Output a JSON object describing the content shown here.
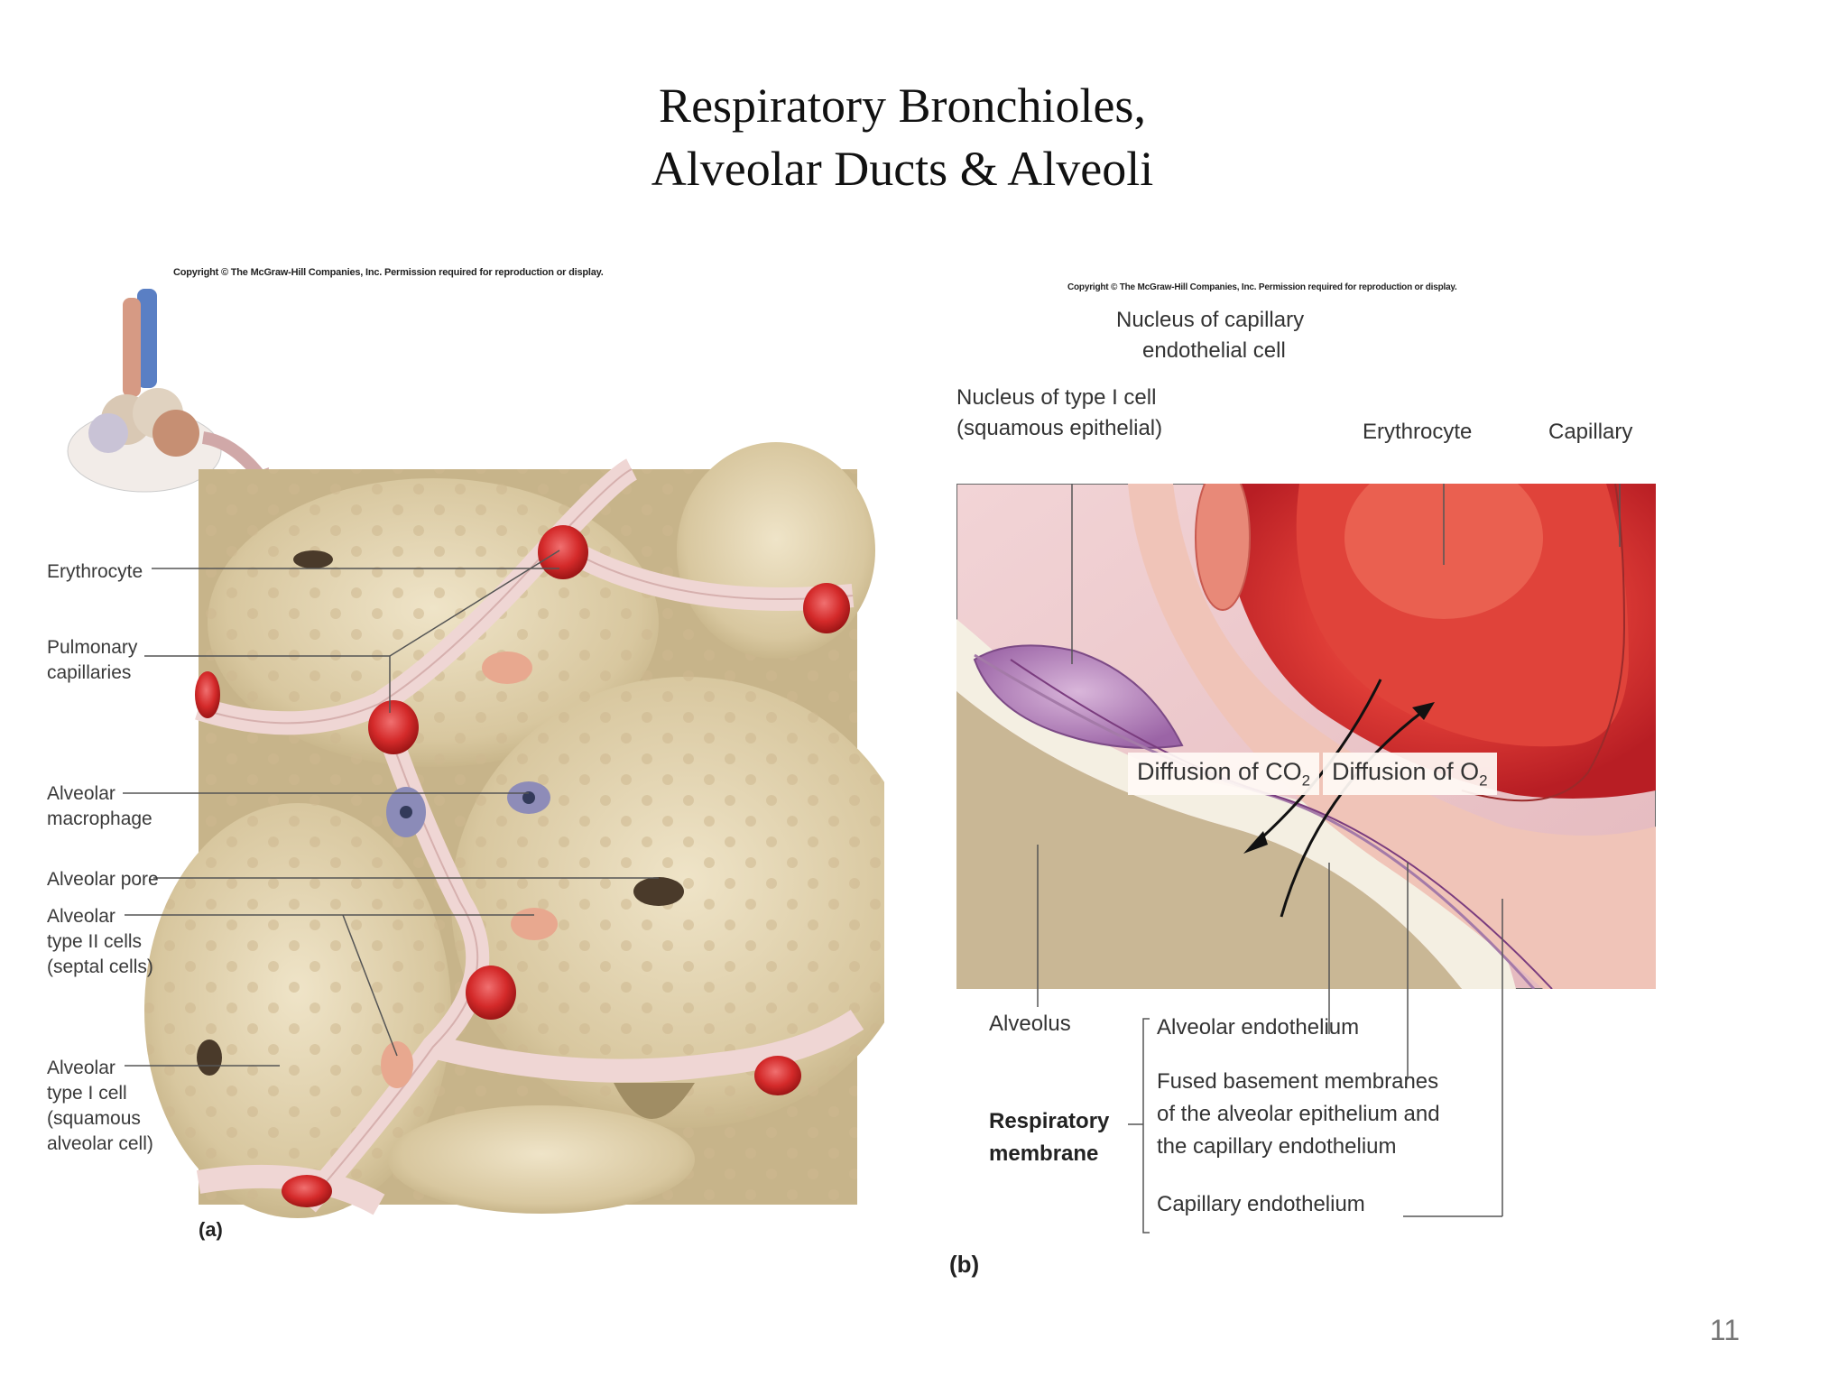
{
  "slide": {
    "title_line1": "Respiratory  Bronchioles,",
    "title_line2": "Alveolar  Ducts & Alveoli",
    "page_number": "11"
  },
  "figure_a": {
    "copyright": "Copyright © The McGraw-Hill Companies, Inc. Permission required for reproduction or display.",
    "panel_label": "(a)",
    "labels": {
      "erythrocyte": "Erythrocyte",
      "pulmonary_1": "Pulmonary",
      "pulmonary_2": "capillaries",
      "macrophage_1": "Alveolar",
      "macrophage_2": "macrophage",
      "pore": "Alveolar pore",
      "type2_1": "Alveolar",
      "type2_2": "type II cells",
      "type2_3": "(septal cells)",
      "type1_1": "Alveolar",
      "type1_2": "type I cell",
      "type1_3": "(squamous",
      "type1_4": "alveolar cell)"
    }
  },
  "figure_b": {
    "copyright": "Copyright © The McGraw-Hill Companies, Inc. Permission required for reproduction or display.",
    "panel_label": "(b)",
    "labels": {
      "nucleus_cap_1": "Nucleus of capillary",
      "nucleus_cap_2": "endothelial cell",
      "nucleus_t1_1": "Nucleus of type I cell",
      "nucleus_t1_2": "(squamous epithelial)",
      "erythrocyte": "Erythrocyte",
      "capillary": "Capillary",
      "diff_co2": "Diffusion of CO",
      "diff_co2_sub": "2",
      "diff_o2": "Diffusion of O",
      "diff_o2_sub": "2",
      "alveolus": "Alveolus",
      "alv_endo": "Alveolar endothelium",
      "fused_1": "Fused basement membranes",
      "fused_2": "of the alveolar epithelium and",
      "fused_3": "the capillary endothelium",
      "cap_endo": "Capillary endothelium",
      "resp_1": "Respiratory",
      "resp_2": "membrane"
    }
  }
}
